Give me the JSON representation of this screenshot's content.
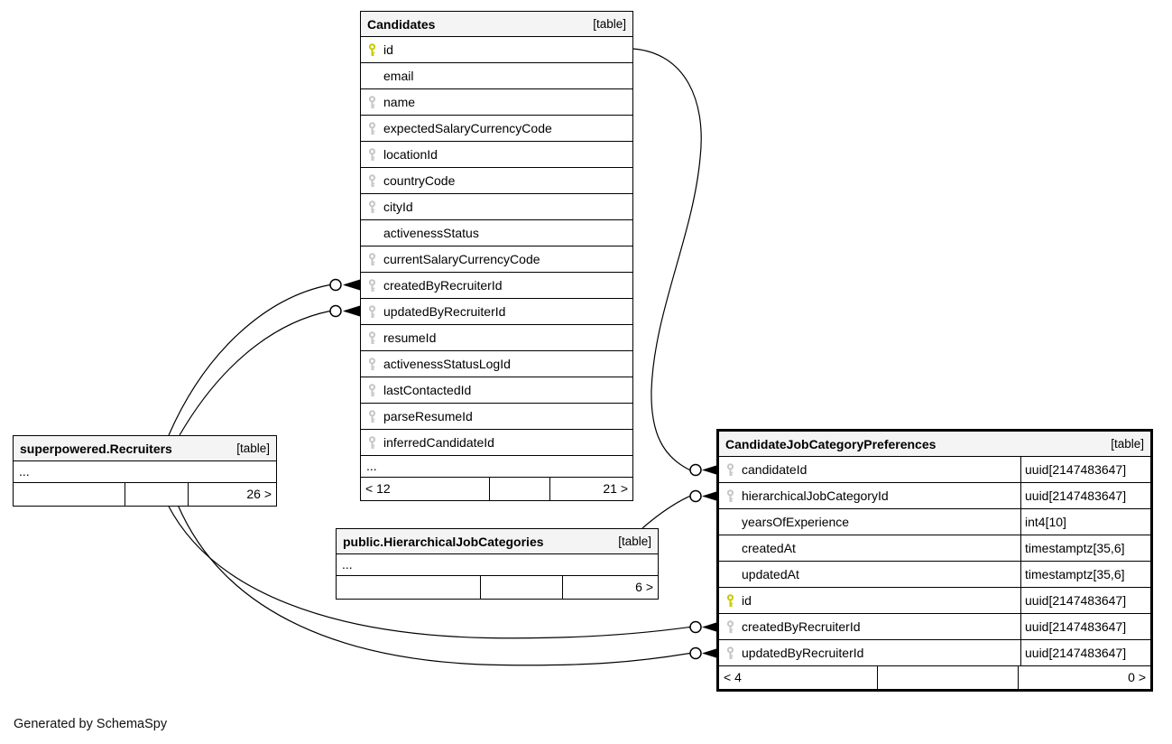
{
  "diagram": {
    "footer_note": "Generated by SchemaSpy"
  },
  "colors": {
    "primary_key": "#c9c900",
    "foreign_key": "#c6c6c6",
    "header_bg": "#f4f4f4"
  },
  "tables": {
    "candidates": {
      "title": "Candidates",
      "tag": "[table]",
      "fields": [
        {
          "name": "id",
          "key": "primary"
        },
        {
          "name": "email",
          "key": "none"
        },
        {
          "name": "name",
          "key": "foreign"
        },
        {
          "name": "expectedSalaryCurrencyCode",
          "key": "foreign"
        },
        {
          "name": "locationId",
          "key": "foreign"
        },
        {
          "name": "countryCode",
          "key": "foreign"
        },
        {
          "name": "cityId",
          "key": "foreign"
        },
        {
          "name": "activenessStatus",
          "key": "none"
        },
        {
          "name": "currentSalaryCurrencyCode",
          "key": "foreign"
        },
        {
          "name": "createdByRecruiterId",
          "key": "foreign"
        },
        {
          "name": "updatedByRecruiterId",
          "key": "foreign"
        },
        {
          "name": "resumeId",
          "key": "foreign"
        },
        {
          "name": "activenessStatusLogId",
          "key": "foreign"
        },
        {
          "name": "lastContactedId",
          "key": "foreign"
        },
        {
          "name": "parseResumeId",
          "key": "foreign"
        },
        {
          "name": "inferredCandidateId",
          "key": "foreign"
        }
      ],
      "ellipsis": "...",
      "footer": {
        "left": "< 12",
        "middle": "",
        "right": "21 >"
      }
    },
    "recruiters": {
      "title": "superpowered.Recruiters",
      "tag": "[table]",
      "ellipsis": "...",
      "footer": {
        "left": "",
        "middle": "",
        "right": "26 >"
      }
    },
    "hierarchical_job_categories": {
      "title": "public.HierarchicalJobCategories",
      "tag": "[table]",
      "ellipsis": "...",
      "footer": {
        "left": "",
        "middle": "",
        "right": "6 >"
      }
    },
    "cjcp": {
      "title": "CandidateJobCategoryPreferences",
      "tag": "[table]",
      "fields": [
        {
          "name": "candidateId",
          "type": "uuid[2147483647]",
          "key": "foreign"
        },
        {
          "name": "hierarchicalJobCategoryId",
          "type": "uuid[2147483647]",
          "key": "foreign"
        },
        {
          "name": "yearsOfExperience",
          "type": "int4[10]",
          "key": "none"
        },
        {
          "name": "createdAt",
          "type": "timestamptz[35,6]",
          "key": "none"
        },
        {
          "name": "updatedAt",
          "type": "timestamptz[35,6]",
          "key": "none"
        },
        {
          "name": "id",
          "type": "uuid[2147483647]",
          "key": "primary"
        },
        {
          "name": "createdByRecruiterId",
          "type": "uuid[2147483647]",
          "key": "foreign"
        },
        {
          "name": "updatedByRecruiterId",
          "type": "uuid[2147483647]",
          "key": "foreign"
        }
      ],
      "footer": {
        "left": "< 4",
        "middle": "",
        "right": "0 >"
      }
    }
  },
  "relationships": [
    {
      "from": "Candidates.id",
      "to": "CandidateJobCategoryPreferences.candidateId"
    },
    {
      "from": "public.HierarchicalJobCategories",
      "to": "CandidateJobCategoryPreferences.hierarchicalJobCategoryId"
    },
    {
      "from": "superpowered.Recruiters",
      "to": "Candidates.createdByRecruiterId"
    },
    {
      "from": "superpowered.Recruiters",
      "to": "Candidates.updatedByRecruiterId"
    },
    {
      "from": "superpowered.Recruiters",
      "to": "CandidateJobCategoryPreferences.createdByRecruiterId"
    },
    {
      "from": "superpowered.Recruiters",
      "to": "CandidateJobCategoryPreferences.updatedByRecruiterId"
    }
  ]
}
